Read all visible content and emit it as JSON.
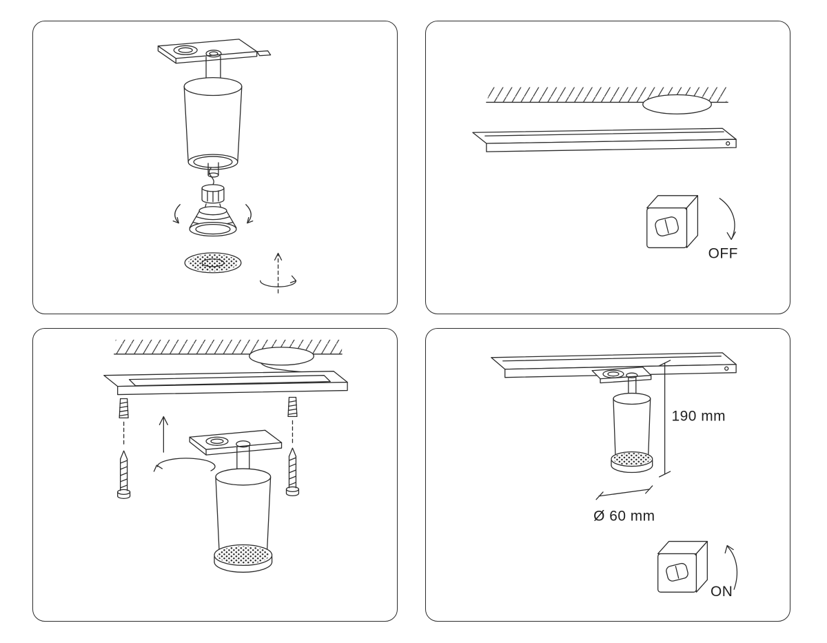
{
  "page": {
    "background": "#ffffff",
    "line_color": "#2a2a2a"
  },
  "panels": [
    {
      "name": "lamp-assembly-exploded",
      "labels": {}
    },
    {
      "name": "power-off-before-install",
      "labels": {
        "switch": "OFF"
      }
    },
    {
      "name": "ceiling-track-mounting",
      "labels": {}
    },
    {
      "name": "installed-dimensions-power-on",
      "labels": {
        "switch": "ON",
        "height": "190 mm",
        "diameter": "Ø 60 mm"
      }
    }
  ]
}
